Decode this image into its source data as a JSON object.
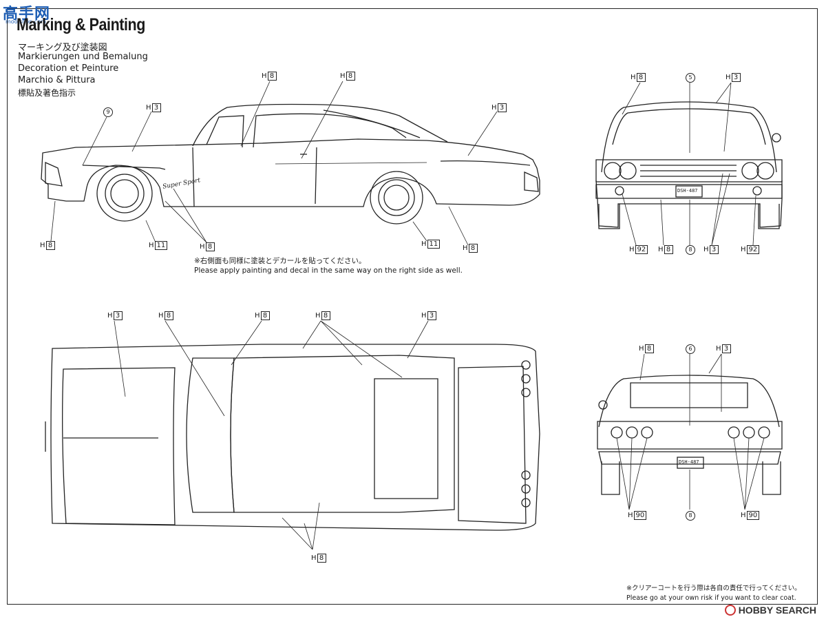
{
  "watermark": {
    "text": "高手网",
    "sub": "moo.shop.com"
  },
  "header": {
    "title": "Marking & Painting",
    "subtitles": [
      "マーキング及び塗装図",
      "Markierungen und Bemalung",
      "Decoration et Peinture",
      "Marchio & Pittura",
      "標貼及著色指示"
    ]
  },
  "side_view": {
    "labels": [
      {
        "h": "H",
        "n": "8"
      },
      {
        "h": "H",
        "n": "8"
      },
      {
        "h": "H",
        "n": "3"
      },
      {
        "h": "H",
        "n": "3"
      },
      {
        "h": "H",
        "n": "8"
      },
      {
        "h": "H",
        "n": "11"
      },
      {
        "h": "H",
        "n": "8"
      },
      {
        "h": "H",
        "n": "11"
      },
      {
        "h": "H",
        "n": "8"
      }
    ],
    "circle_label": "9",
    "script_text": "Super Sport",
    "note_jp": "※右側面も同様に塗装とデカールを貼ってください。",
    "note_en": "Please apply painting and decal in the same way on the right side as well."
  },
  "front_view": {
    "labels": [
      {
        "h": "H",
        "n": "8"
      },
      {
        "h": "H",
        "n": "3"
      },
      {
        "h": "H",
        "n": "92"
      },
      {
        "h": "H",
        "n": "8"
      },
      {
        "h": "H",
        "n": "3"
      },
      {
        "h": "H",
        "n": "92"
      }
    ],
    "circle_top": "5",
    "circle_bottom": "8",
    "plate": "DSH-487"
  },
  "top_view": {
    "labels": [
      {
        "h": "H",
        "n": "3"
      },
      {
        "h": "H",
        "n": "8"
      },
      {
        "h": "H",
        "n": "8"
      },
      {
        "h": "H",
        "n": "8"
      },
      {
        "h": "H",
        "n": "3"
      },
      {
        "h": "H",
        "n": "8"
      }
    ]
  },
  "rear_view": {
    "labels": [
      {
        "h": "H",
        "n": "8"
      },
      {
        "h": "H",
        "n": "3"
      },
      {
        "h": "H",
        "n": "90"
      },
      {
        "h": "H",
        "n": "90"
      }
    ],
    "circle_top": "6",
    "circle_bottom": "8",
    "plate": "DSH-487"
  },
  "footer": {
    "note_jp": "※クリアーコートを行う際は各自の責任で行ってください。",
    "note_en": "Please go at your own risk if you want to clear coat."
  },
  "logo": {
    "text": "HOBBY SEARCH"
  }
}
